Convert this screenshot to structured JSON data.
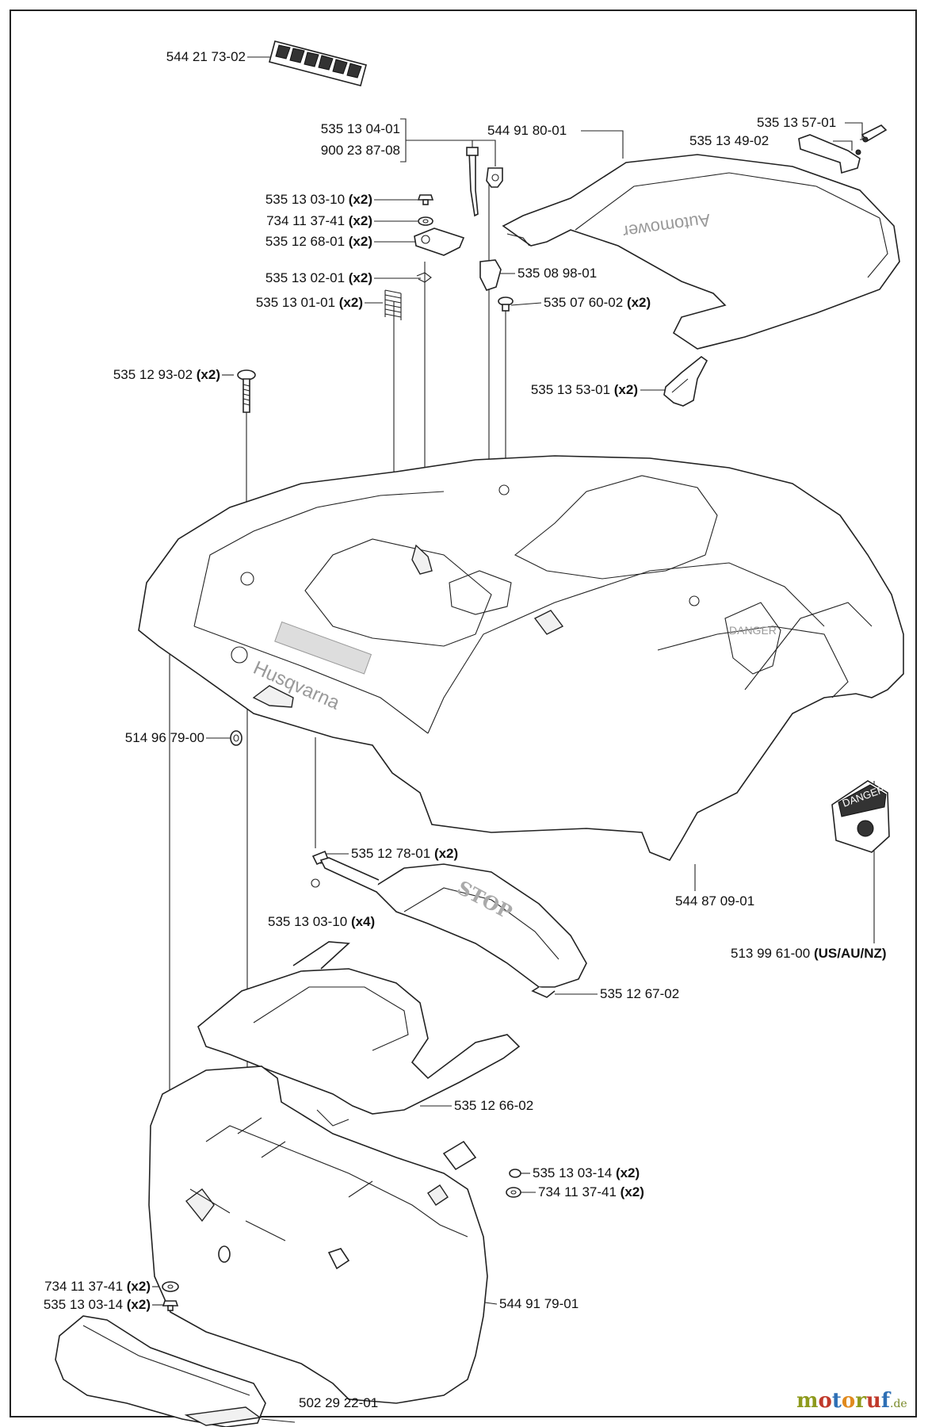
{
  "diagram": {
    "callouts": [
      {
        "id": "c1",
        "part": "544 21 73-02",
        "qty": ""
      },
      {
        "id": "c2",
        "part": "535 13 04-01",
        "qty": ""
      },
      {
        "id": "c3",
        "part": "900 23 87-08",
        "qty": ""
      },
      {
        "id": "c4",
        "part": "544 91 80-01",
        "qty": ""
      },
      {
        "id": "c5",
        "part": "535 13 57-01",
        "qty": ""
      },
      {
        "id": "c6",
        "part": "535 13 49-02",
        "qty": ""
      },
      {
        "id": "c7",
        "part": "535 13 03-10",
        "qty": "(x2)"
      },
      {
        "id": "c8",
        "part": "734 11 37-41",
        "qty": "(x2)"
      },
      {
        "id": "c9",
        "part": "535 12 68-01",
        "qty": "(x2)"
      },
      {
        "id": "c10",
        "part": "535 13 02-01",
        "qty": "(x2)"
      },
      {
        "id": "c11",
        "part": "535 08 98-01",
        "qty": ""
      },
      {
        "id": "c12",
        "part": "535 13 01-01",
        "qty": "(x2)"
      },
      {
        "id": "c13",
        "part": "535 07 60-02",
        "qty": "(x2)"
      },
      {
        "id": "c14",
        "part": "535 12 93-02",
        "qty": "(x2)"
      },
      {
        "id": "c15",
        "part": "535 13 53-01",
        "qty": "(x2)"
      },
      {
        "id": "c16",
        "part": "514 96 79-00",
        "qty": ""
      },
      {
        "id": "c17",
        "part": "535 12 78-01",
        "qty": "(x2)"
      },
      {
        "id": "c18",
        "part": "544 87 09-01",
        "qty": ""
      },
      {
        "id": "c19",
        "part": "535 13 03-10",
        "qty": "(x4)"
      },
      {
        "id": "c20",
        "part": "513 99 61-00",
        "qty": "(US/AU/NZ)"
      },
      {
        "id": "c21",
        "part": "535 12 67-02",
        "qty": ""
      },
      {
        "id": "c22",
        "part": "535 12 66-02",
        "qty": ""
      },
      {
        "id": "c23",
        "part": "535 13 03-14",
        "qty": "(x2)"
      },
      {
        "id": "c24",
        "part": "734 11 37-41",
        "qty": "(x2)"
      },
      {
        "id": "c25",
        "part": "734 11 37-41",
        "qty": "(x2)"
      },
      {
        "id": "c26",
        "part": "535 13 03-14",
        "qty": "(x2)"
      },
      {
        "id": "c27",
        "part": "544 91 79-01",
        "qty": ""
      },
      {
        "id": "c28",
        "part": "502 29 22-01",
        "qty": ""
      }
    ],
    "body_marks": {
      "brand": "Husqvarna",
      "stop": "STOP",
      "danger": "DANGER"
    }
  },
  "watermark": {
    "name": "motoruf",
    "domain": ".de",
    "colors": [
      "#8e9a1c",
      "#c0392b",
      "#2e6fb5",
      "#e08a1e"
    ]
  }
}
